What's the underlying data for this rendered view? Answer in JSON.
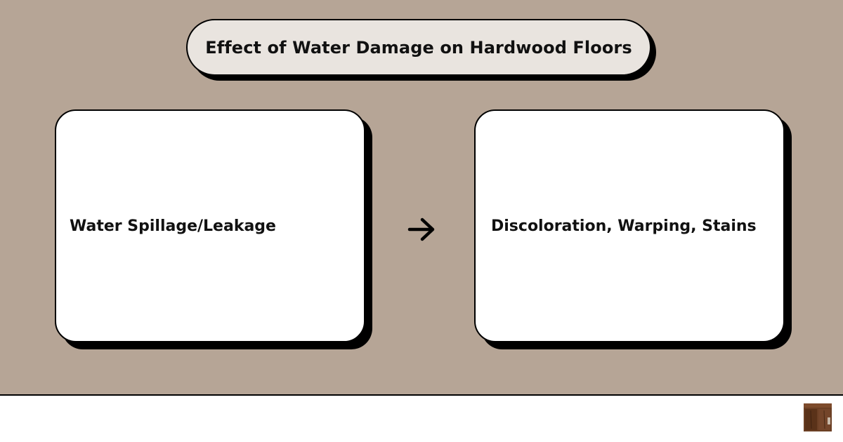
{
  "title": "Effect of Water Damage on Hardwood Floors",
  "flow": {
    "cause": "Water Spillage/Leakage",
    "effect": "Discoloration, Warping, Stains",
    "connector_icon": "arrow-right-icon"
  },
  "colors": {
    "background": "#b6a596",
    "title_fill": "#e9e4df",
    "card_fill": "#ffffff",
    "outline": "#000000"
  },
  "footer": {
    "logo_icon": "wood-tile-icon"
  }
}
